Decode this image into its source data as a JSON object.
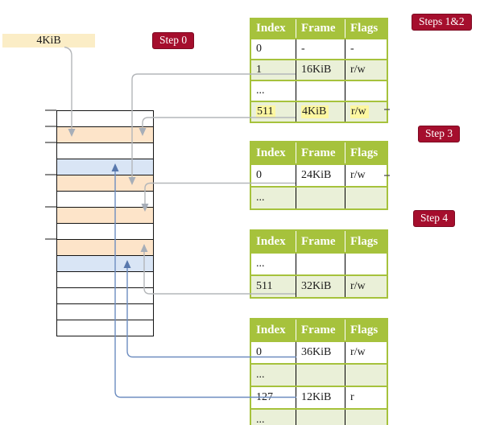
{
  "colors": {
    "badge_red": "#a50e2d",
    "table_header_green": "#a6c23c",
    "table_row_green": "#eaf0d8",
    "highlight_yellow": "#fdf7a1",
    "frame_page_table_peach": "#fde4c9",
    "frame_data_page_blue": "#d9e5f5",
    "ptbr_box_cream": "#fbedc6",
    "connector_gray": "#b4b7ba",
    "connector_blue": "#6d8dc0"
  },
  "ptbr": {
    "label": "4KiB"
  },
  "badges": {
    "step0": "Step 0",
    "steps12": "Steps 1&2",
    "step3": "Step 3",
    "step4": "Step 4"
  },
  "memory": {
    "rows": [
      {
        "type": "unused"
      },
      {
        "type": "page-table"
      },
      {
        "type": "unused"
      },
      {
        "type": "data-page"
      },
      {
        "type": "page-table"
      },
      {
        "type": "unused"
      },
      {
        "type": "page-table"
      },
      {
        "type": "unused"
      },
      {
        "type": "page-table"
      },
      {
        "type": "data-page"
      },
      {
        "type": "unused"
      },
      {
        "type": "unused"
      },
      {
        "type": "unused"
      },
      {
        "type": "unused"
      }
    ]
  },
  "tables": {
    "columns": [
      "Index",
      "Frame",
      "Flags"
    ],
    "t1": {
      "rows": [
        {
          "cells": [
            "0",
            "-",
            "-"
          ]
        },
        {
          "cells": [
            "1",
            "16KiB",
            "r/w"
          ]
        },
        {
          "cells": [
            "...",
            "",
            ""
          ]
        },
        {
          "cells": [
            "511",
            "4KiB",
            "r/w"
          ],
          "highlight": true
        }
      ]
    },
    "t2": {
      "rows": [
        {
          "cells": [
            "0",
            "24KiB",
            "r/w"
          ]
        },
        {
          "cells": [
            "...",
            "",
            ""
          ]
        }
      ]
    },
    "t3": {
      "rows": [
        {
          "cells": [
            "...",
            "",
            ""
          ]
        },
        {
          "cells": [
            "511",
            "32KiB",
            "r/w"
          ]
        }
      ]
    },
    "t4": {
      "rows": [
        {
          "cells": [
            "0",
            "36KiB",
            "r/w"
          ]
        },
        {
          "cells": [
            "...",
            "",
            ""
          ]
        },
        {
          "cells": [
            "127",
            "12KiB",
            "r"
          ]
        },
        {
          "cells": [
            "...",
            "",
            ""
          ]
        }
      ]
    }
  }
}
